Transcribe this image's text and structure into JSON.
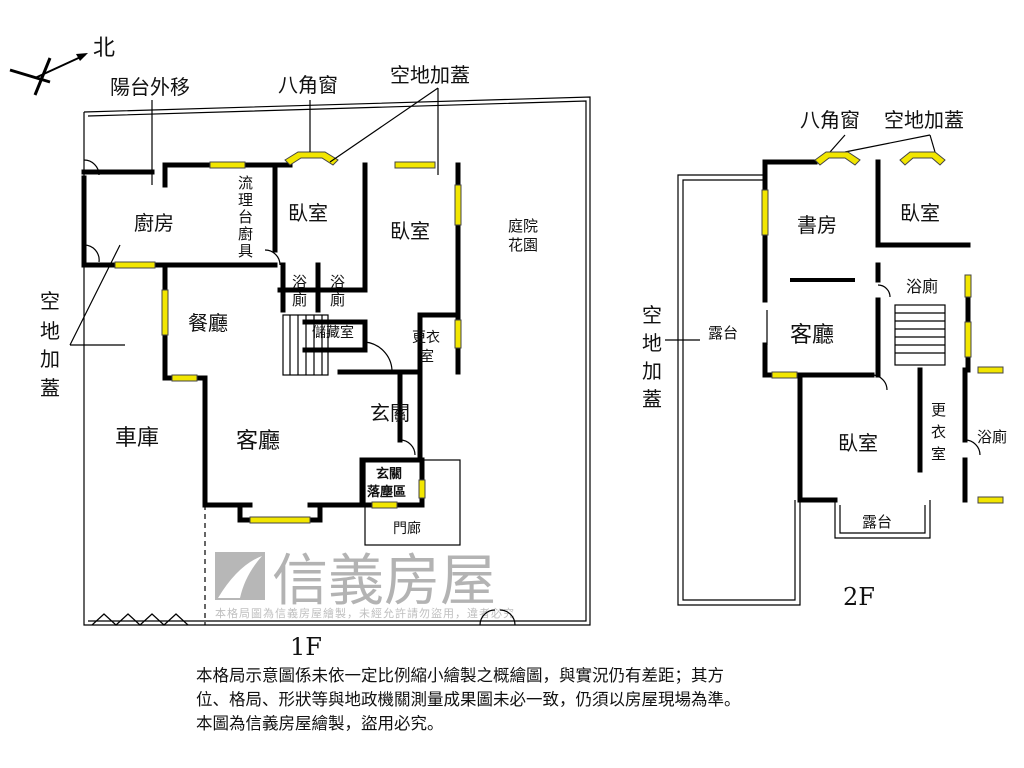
{
  "compass": {
    "north_label": "北"
  },
  "floor1": {
    "title": "1F",
    "annotations": {
      "balcony_moved": "陽台外移",
      "bay_window": "八角窗",
      "vacant_addition": "空地加蓋",
      "vacant_addition_left": [
        "空",
        "地",
        "加",
        "蓋"
      ]
    },
    "rooms": {
      "kitchen": "廚房",
      "counter": [
        "流",
        "理",
        "台",
        "廚",
        "具"
      ],
      "bedroom_a": "臥室",
      "bedroom_b": "臥室",
      "garden": [
        "庭院",
        "花園"
      ],
      "bath_a": [
        "浴",
        "廁"
      ],
      "bath_b": [
        "浴",
        "廁"
      ],
      "dining": "餐廳",
      "storage": "儲藏室",
      "closet": [
        "更衣",
        "室"
      ],
      "foyer": "玄關",
      "garage": "車庫",
      "living": "客廳",
      "foyer_step": [
        "玄關",
        "落塵區"
      ],
      "porch": "門廊"
    }
  },
  "floor2": {
    "title": "2F",
    "annotations": {
      "bay_window": "八角窗",
      "vacant_addition": "空地加蓋",
      "vacant_addition_vertical": [
        "空",
        "地",
        "加",
        "蓋"
      ]
    },
    "rooms": {
      "study": "書房",
      "bedroom_a": "臥室",
      "bath_a": "浴廁",
      "terrace": "露台",
      "living": "客廳",
      "bedroom_b": "臥室",
      "closet": [
        "更",
        "衣",
        "室"
      ],
      "bath_b": "浴廁",
      "balcony": "露台"
    }
  },
  "watermark": {
    "brand": "信義房屋",
    "notice": "本格局圖為信義房屋繪製，未經允許請勿盜用，違者必究"
  },
  "disclaimer": {
    "lines": [
      "本格局示意圖係未依一定比例縮小繪製之概繪圖，與實況仍有差距；其方",
      "位、格局、形狀等與地政機關測量成果圖未必一致，仍須以房屋現場為準。",
      "本圖為信義房屋繪製，盜用必究。"
    ]
  },
  "colors": {
    "window": "#f2e600",
    "wall": "#000000",
    "watermark": "#9a9a9a"
  }
}
